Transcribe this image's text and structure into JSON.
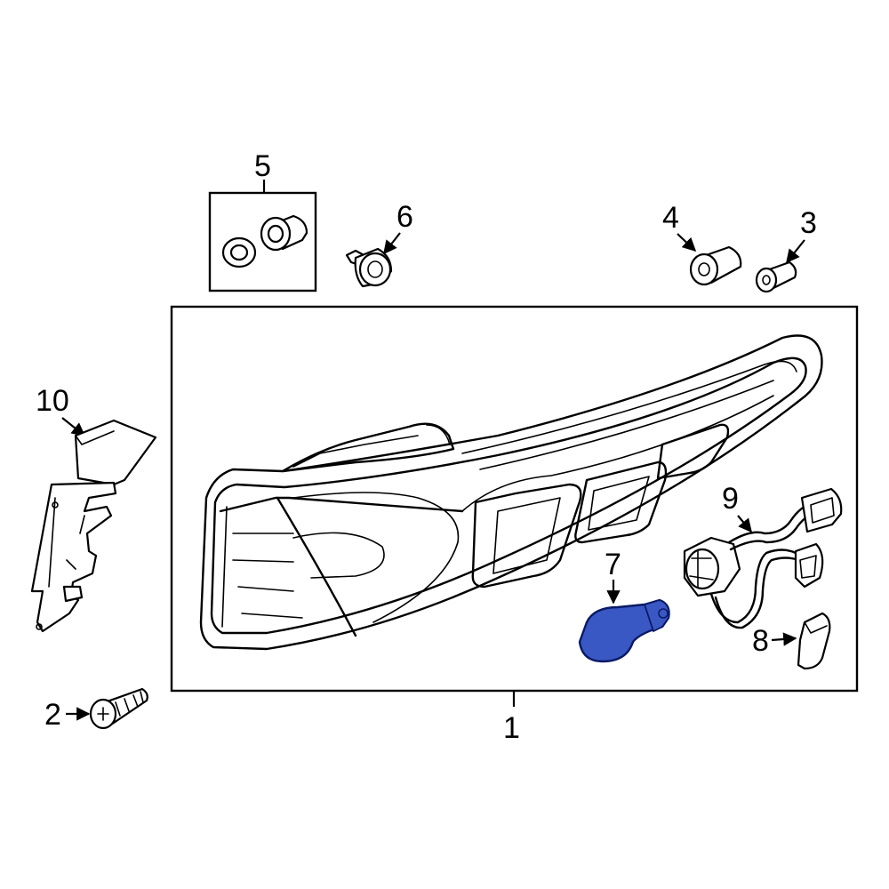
{
  "callouts": {
    "c1": "1",
    "c2": "2",
    "c3": "3",
    "c4": "4",
    "c5": "5",
    "c6": "6",
    "c7": "7",
    "c8": "8",
    "c9": "9",
    "c10": "10"
  },
  "colors": {
    "highlight_fill": "#3a58c4",
    "highlight_stroke": "#0a1b66",
    "line": "#000000",
    "background": "#ffffff"
  }
}
